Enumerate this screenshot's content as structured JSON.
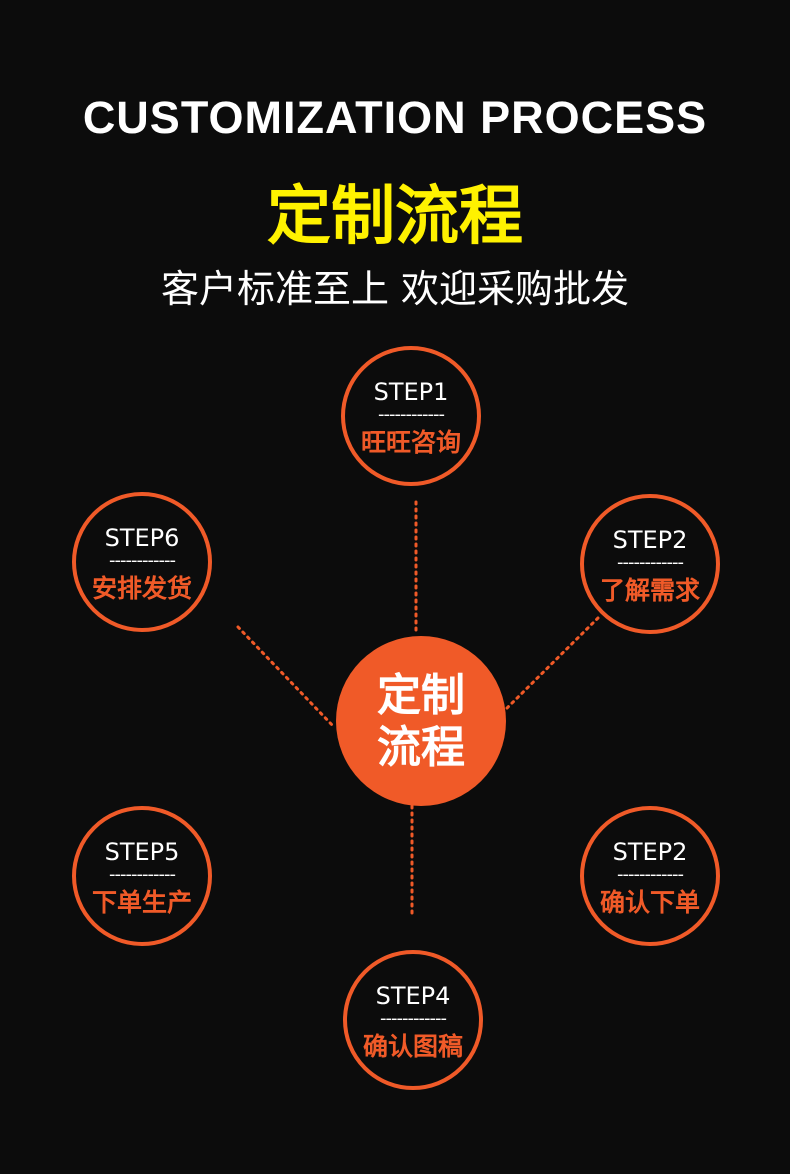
{
  "header": {
    "title_en": "CUSTOMIZATION PROCESS",
    "title_cn": "定制流程",
    "subtitle": "客户标准至上 欢迎采购批发"
  },
  "center": {
    "line1": "定制",
    "line2": "流程"
  },
  "divider": "------------",
  "steps": [
    {
      "label": "STEP1",
      "name": "旺旺咨询"
    },
    {
      "label": "STEP2",
      "name": "了解需求"
    },
    {
      "label": "STEP2",
      "name": "确认下单"
    },
    {
      "label": "STEP4",
      "name": "确认图稿"
    },
    {
      "label": "STEP5",
      "name": "下单生产"
    },
    {
      "label": "STEP6",
      "name": "安排发货"
    }
  ],
  "colors": {
    "background": "#0c0c0c",
    "accent": "#f05a28",
    "title_yellow": "#fff200"
  }
}
